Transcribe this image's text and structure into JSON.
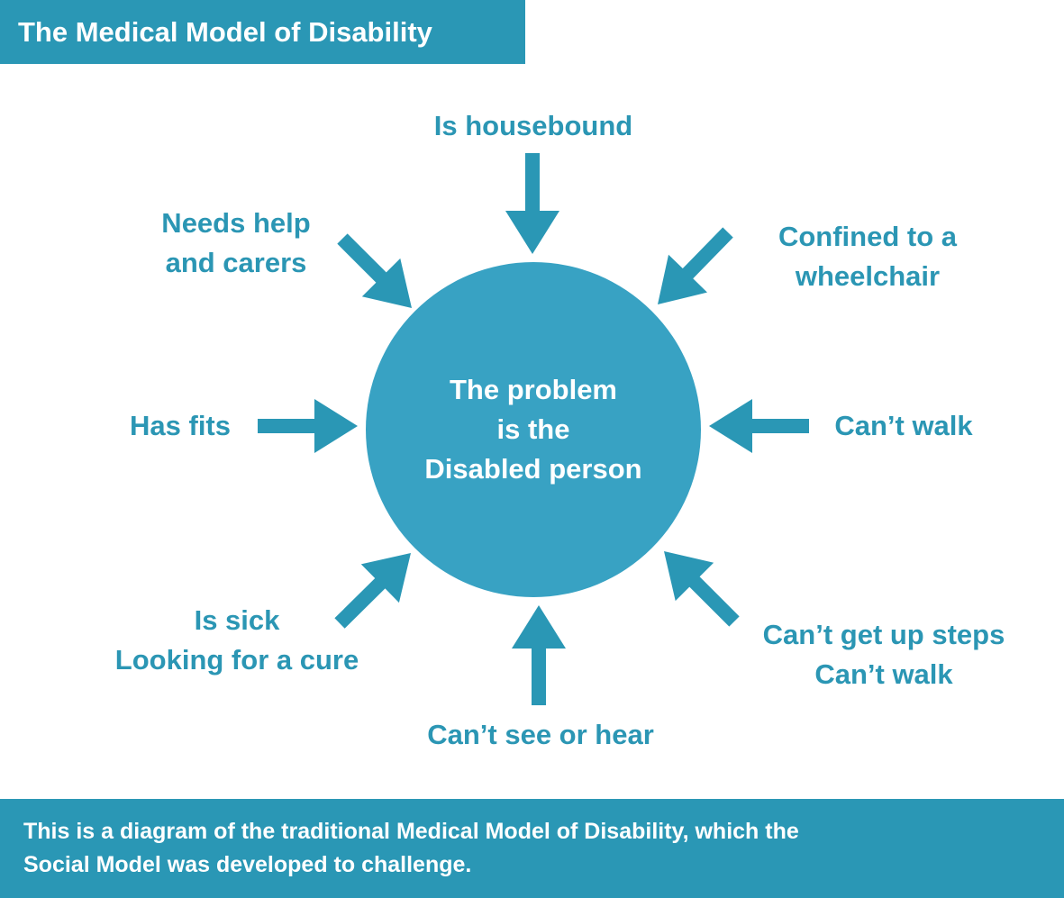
{
  "title": "The Medical Model of Disability",
  "center": {
    "line1": "The problem",
    "line2": "is the",
    "line3": "Disabled person"
  },
  "labels": {
    "top": "Is housebound",
    "top_left": [
      "Needs help",
      "and carers"
    ],
    "top_right": [
      "Confined to a",
      "wheelchair"
    ],
    "left": "Has fits",
    "right": "Can’t walk",
    "bottom_left": [
      "Is sick",
      "Looking for a cure"
    ],
    "bottom_right": [
      "Can’t get up steps",
      "Can’t walk"
    ],
    "bottom": "Can’t see or hear"
  },
  "footer": {
    "line1": "This is a diagram of the traditional Medical Model of Disability, which the",
    "line2": "Social Model was developed to challenge."
  },
  "colors": {
    "primary": "#2a97b5",
    "circle": "#38a2c3",
    "text": "#2b96b4"
  }
}
